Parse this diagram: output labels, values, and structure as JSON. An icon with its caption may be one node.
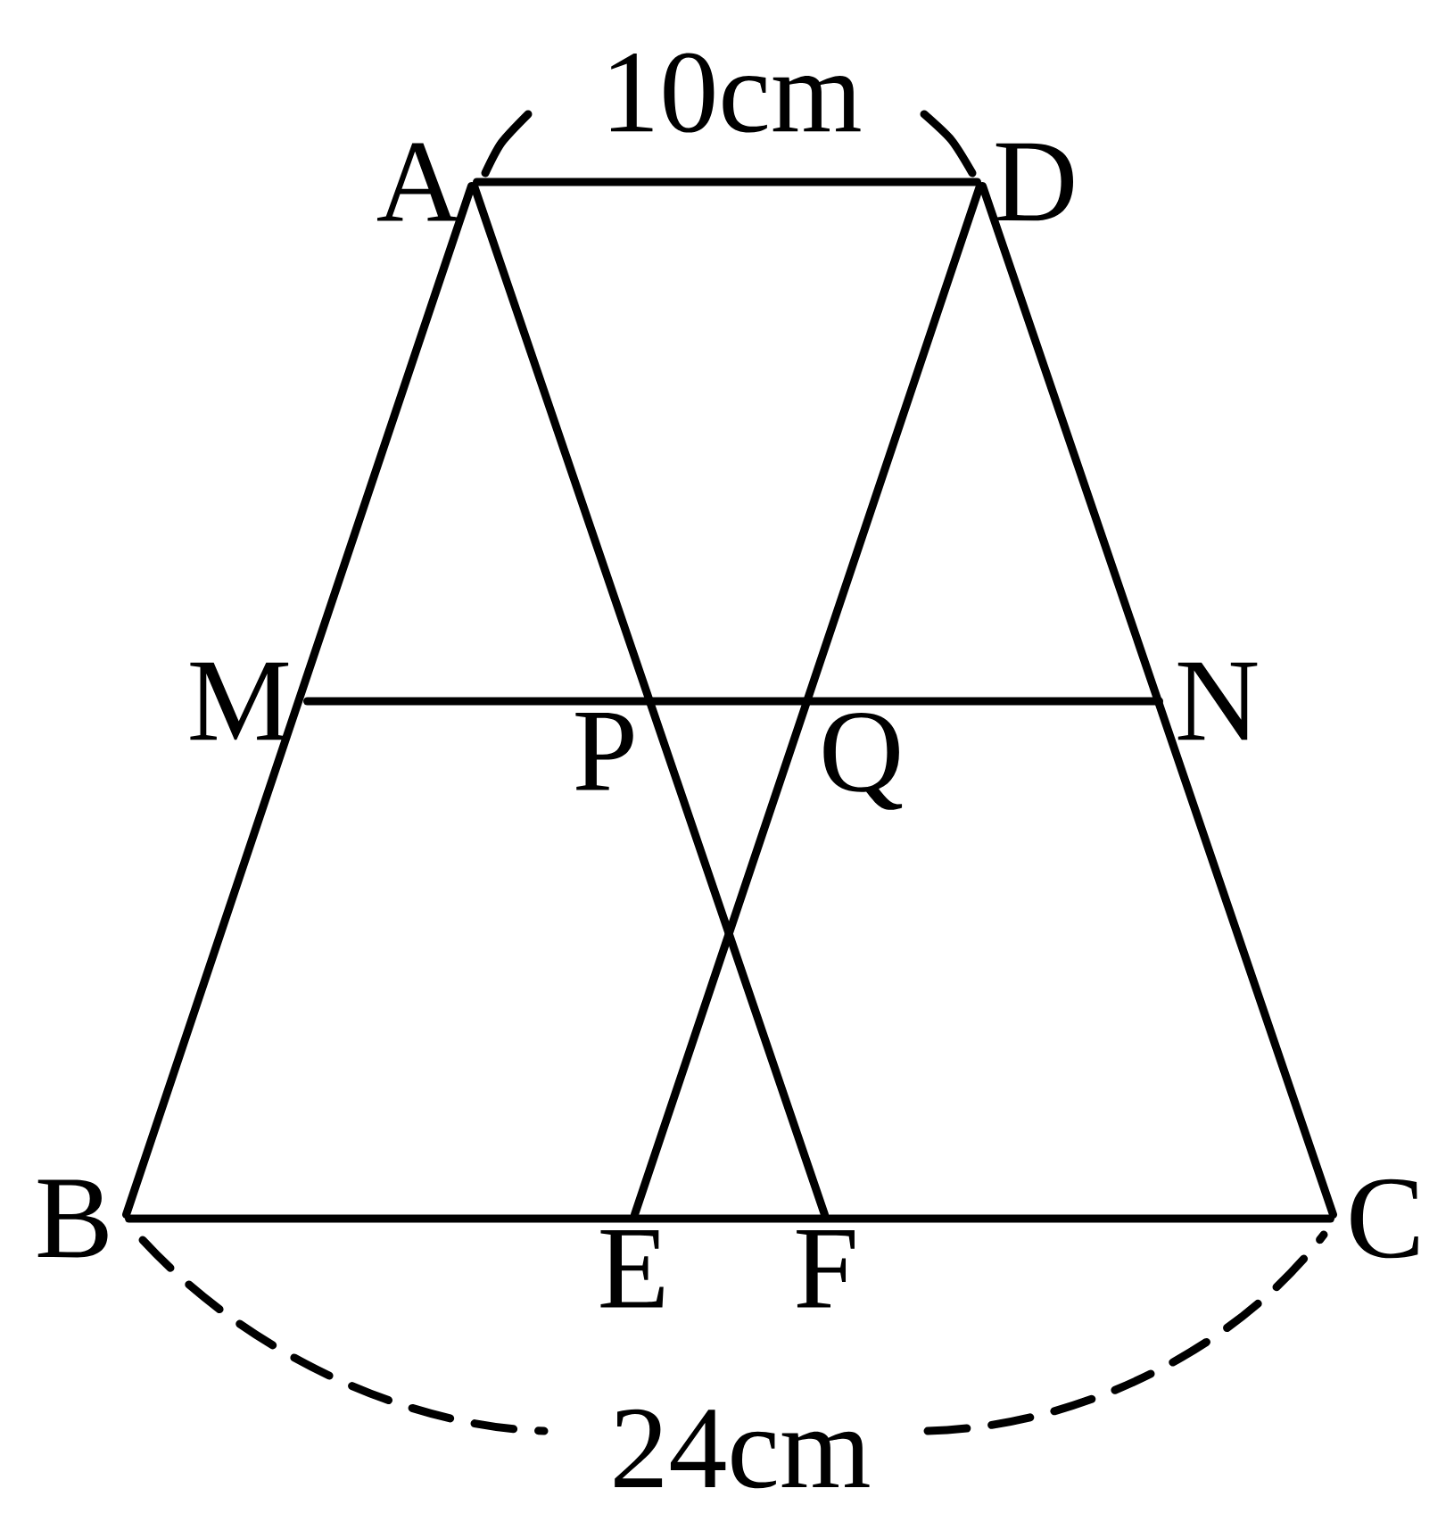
{
  "diagram": {
    "nodes": [
      {
        "text": [
          "A"
        ]
      },
      {
        "text": [
          "D"
        ]
      },
      {
        "text": [
          "M"
        ]
      },
      {
        "text": [
          "N"
        ]
      },
      {
        "text": [
          "P"
        ]
      },
      {
        "text": [
          "Q"
        ]
      },
      {
        "text": [
          "B"
        ]
      },
      {
        "text": [
          "E"
        ]
      },
      {
        "text": [
          "F"
        ]
      },
      {
        "text": [
          "C"
        ]
      }
    ],
    "edges": [
      {
        "from": 0,
        "to": 1,
        "arrow": "none"
      },
      {
        "from": 0,
        "to": 6,
        "arrow": "none"
      },
      {
        "from": 1,
        "to": 9,
        "arrow": "none"
      },
      {
        "from": 6,
        "to": 9,
        "arrow": "none"
      },
      {
        "from": 2,
        "to": 3,
        "arrow": "none"
      },
      {
        "from": 0,
        "to": 8,
        "arrow": "none"
      },
      {
        "from": 1,
        "to": 7,
        "arrow": "none"
      }
    ],
    "labels": [
      "10cm",
      "24cm"
    ]
  }
}
